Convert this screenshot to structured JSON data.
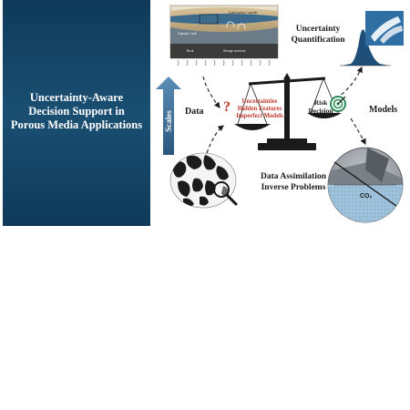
{
  "title_lines": [
    "Uncertainty-Aware",
    "Decision Support in",
    "Porous Media Applications"
  ],
  "scales_label": "Scales",
  "data_label": "Data",
  "uq_lines": [
    "Uncertainty",
    "Quantification"
  ],
  "models_label": "Models",
  "balance_left_lines": [
    "Uncertainties",
    "Hidden Features",
    "Imperfect Models"
  ],
  "balance_right_lines": [
    "Risk",
    "Decision"
  ],
  "da_lines": [
    "Data Assimilation",
    "Inverse Problems"
  ],
  "geo_labels": {
    "upper": "Land surface / aquifer",
    "seal": "Caprock / seal",
    "rock": "Rock",
    "reservoir": "Storage reservoir"
  },
  "co2_label": "CO₂",
  "colors": {
    "panel": "#0f3a59",
    "arrow": "#3a6d94",
    "accent_red": "#c0392b",
    "accent_green": "#2e8b57",
    "distribution": "#1f4e79"
  }
}
